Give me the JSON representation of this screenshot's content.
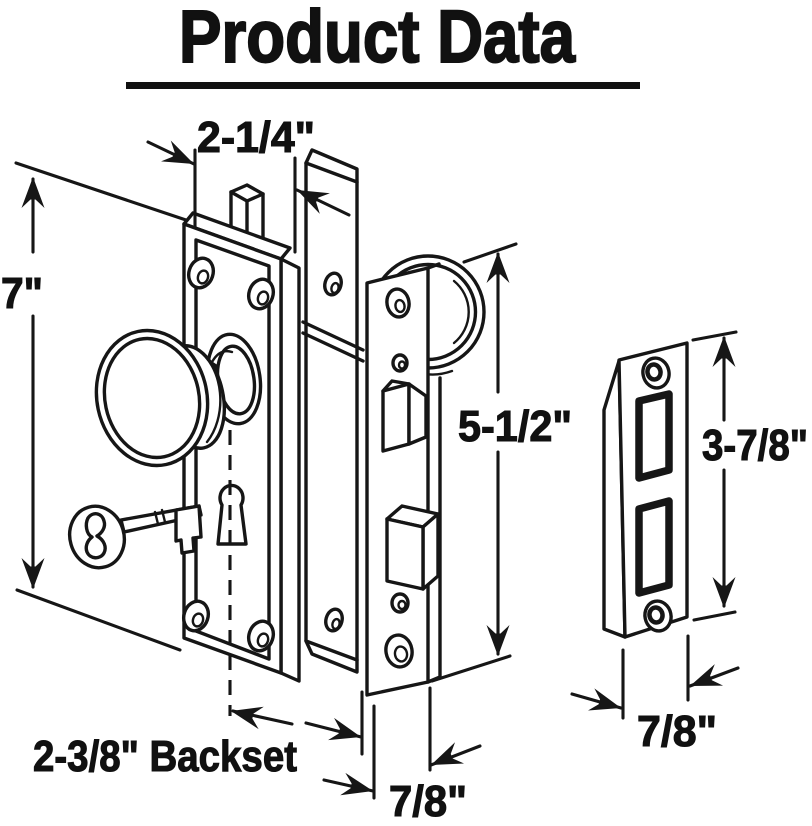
{
  "title": "Product Data",
  "labels": {
    "top_width": "2-1/4\"",
    "plate_height": "7\"",
    "lock_height": "5-1/2\"",
    "strike_height": "3-7/8\"",
    "backset": "2-3/8\" Backset",
    "faceplate_width": "7/8\"",
    "strike_width": "7/8\""
  },
  "colors": {
    "ink": "#161616",
    "background": "#ffffff"
  }
}
